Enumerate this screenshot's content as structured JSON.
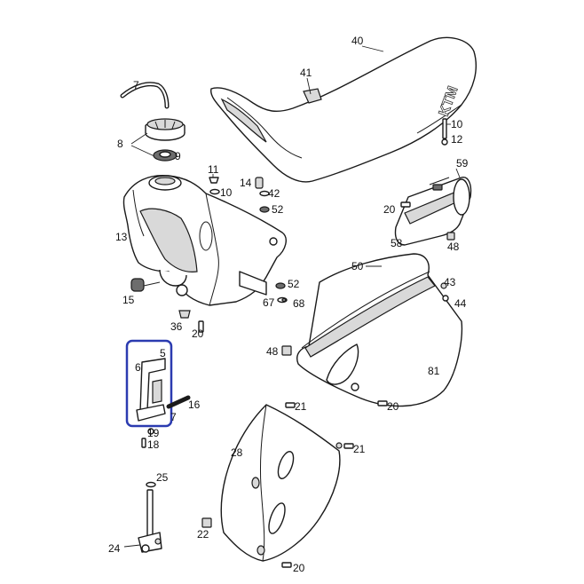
{
  "diagram": {
    "labels": {
      "p40": "40",
      "p41": "41",
      "p7a": "7",
      "p8": "8",
      "p9": "9",
      "p10a": "10",
      "p12": "12",
      "p59": "59",
      "p11": "11",
      "p10b": "10",
      "p14": "14",
      "p42": "42",
      "p52a": "52",
      "p20a": "20",
      "p13": "13",
      "p58": "58",
      "p48a": "48",
      "p50": "50",
      "p43": "43",
      "p44": "44",
      "p52b": "52",
      "p15": "15",
      "p67": "67",
      "p68": "68",
      "p36": "36",
      "p20b": "20",
      "p5": "5",
      "p6": "6",
      "p48b": "48",
      "p81": "81",
      "p16": "16",
      "p7b": "7",
      "p20c": "20",
      "p21a": "21",
      "p19": "19",
      "p18": "18",
      "p21b": "21",
      "p28": "28",
      "p25": "25",
      "p24": "24",
      "p22": "22",
      "p20d": "20"
    },
    "brand_mark": "KTM",
    "highlight_color": "#2b3bb0"
  }
}
